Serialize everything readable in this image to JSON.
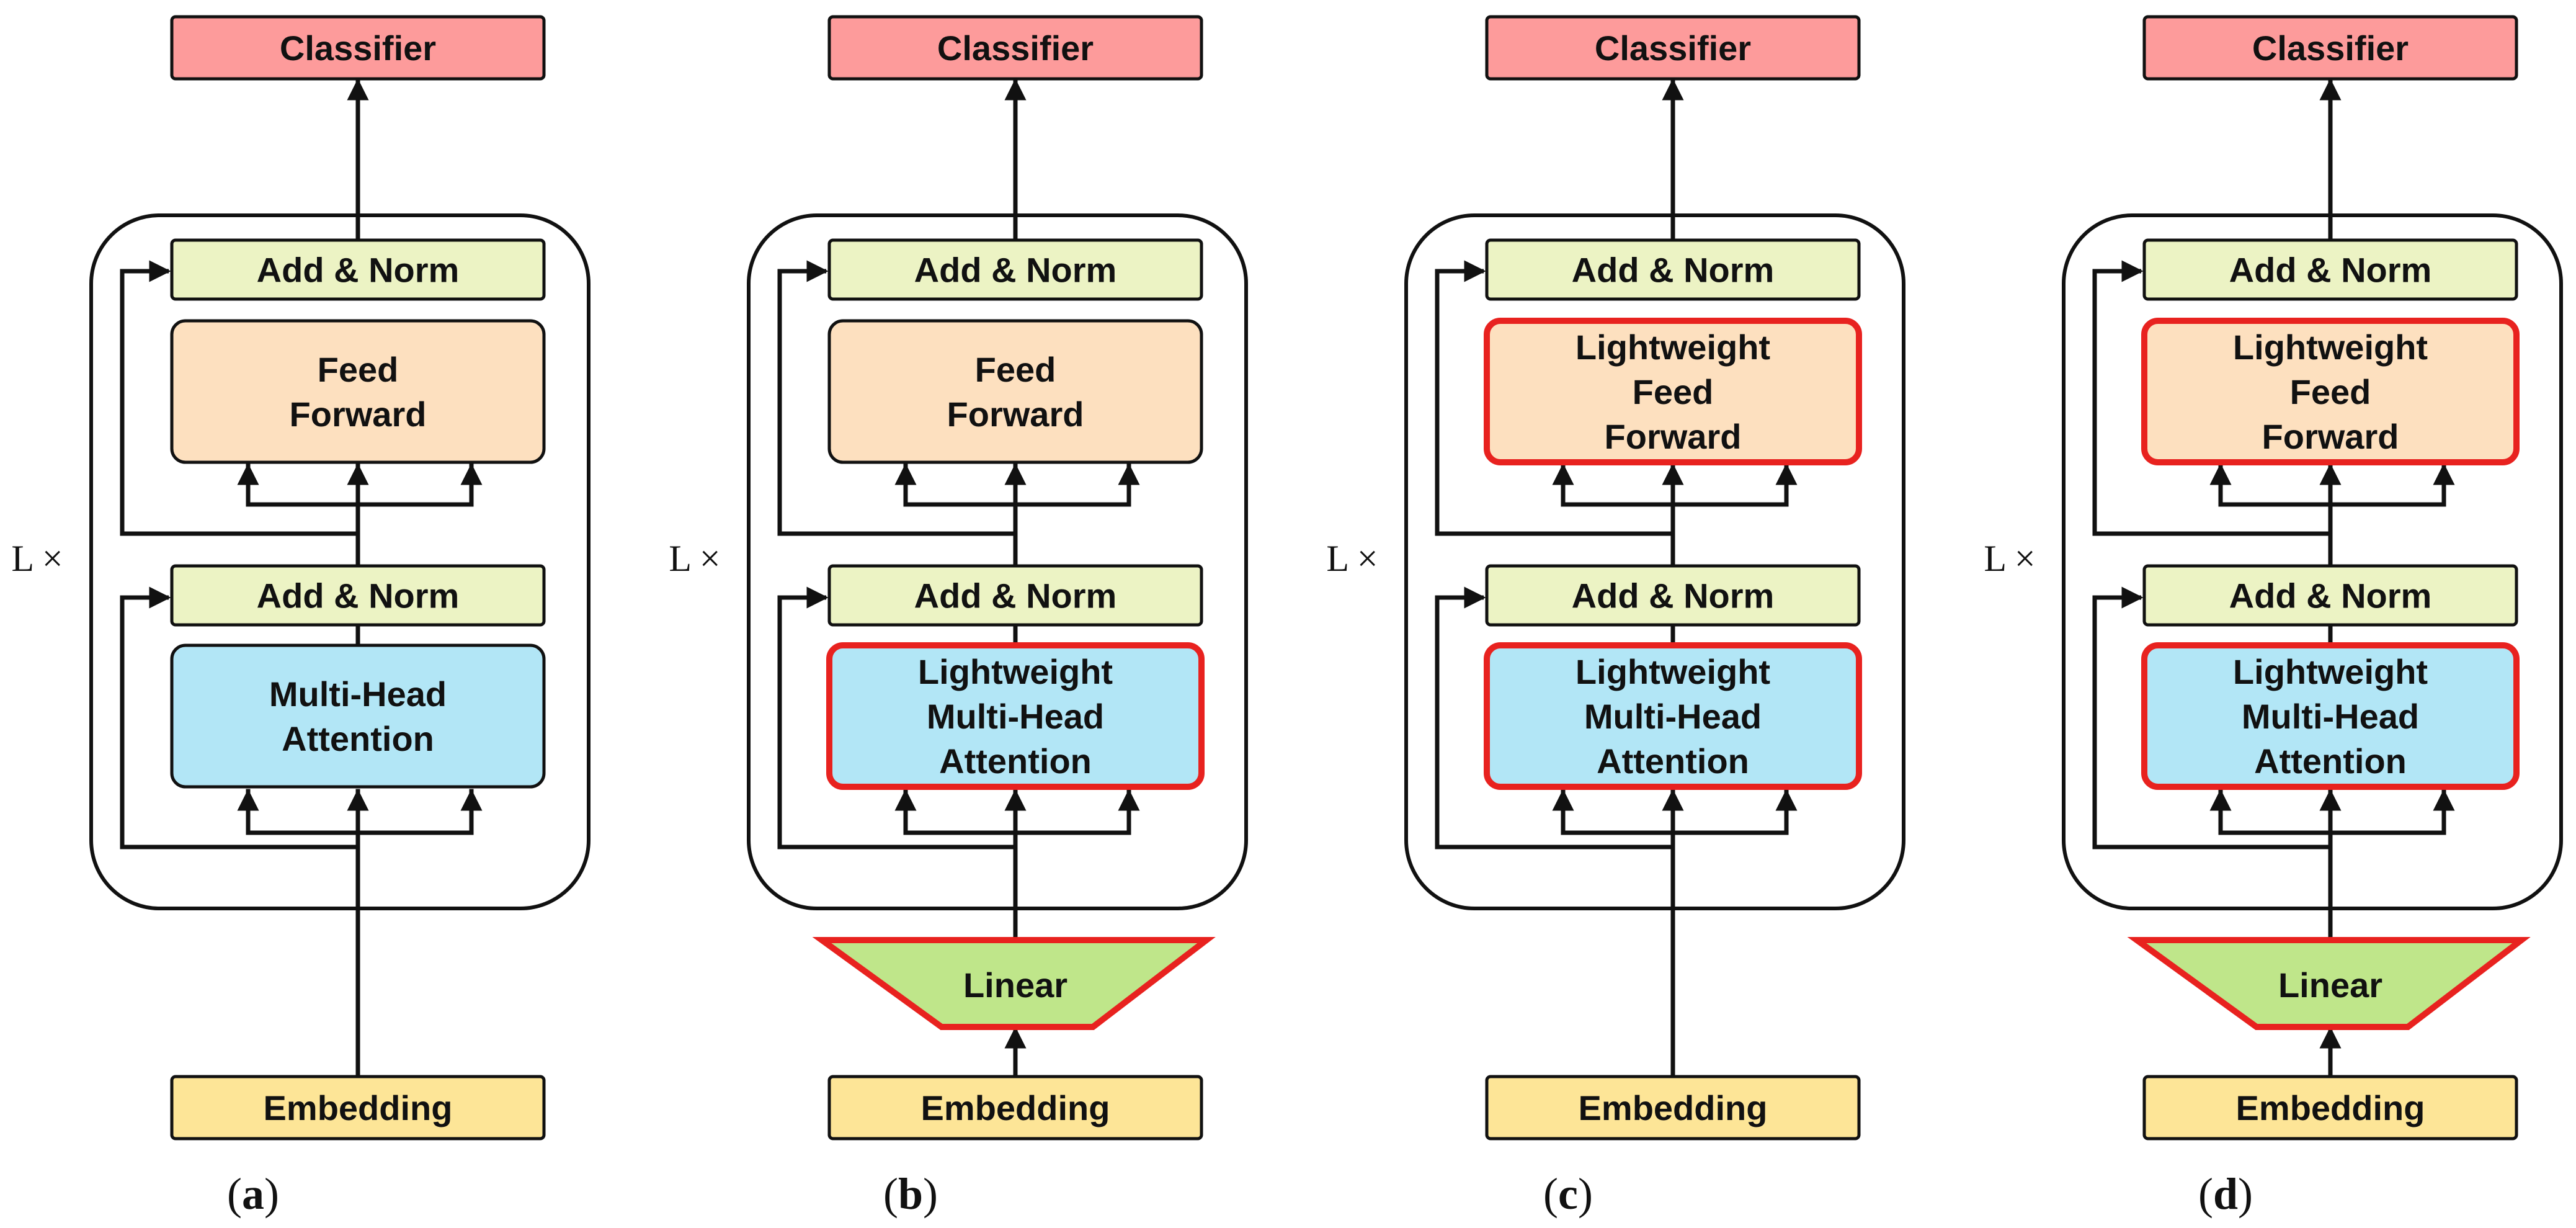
{
  "panels": [
    {
      "id": "a",
      "caption_open": "(",
      "caption_letter": "a",
      "caption_close": ")",
      "repeat_label": "L ×",
      "classifier": "Classifier",
      "add_norm_top": "Add & Norm",
      "add_norm_bottom": "Add & Norm",
      "ffn_lines": [
        "Feed",
        "Forward"
      ],
      "ffn_lightweight": false,
      "mha_lines": [
        "Multi-Head",
        "Attention"
      ],
      "mha_lightweight": false,
      "linear": null,
      "embedding": "Embedding"
    },
    {
      "id": "b",
      "caption_open": "(",
      "caption_letter": "b",
      "caption_close": ")",
      "repeat_label": "L ×",
      "classifier": "Classifier",
      "add_norm_top": "Add & Norm",
      "add_norm_bottom": "Add & Norm",
      "ffn_lines": [
        "Feed",
        "Forward"
      ],
      "ffn_lightweight": false,
      "mha_lines": [
        "Lightweight",
        "Multi-Head",
        "Attention"
      ],
      "mha_lightweight": true,
      "linear": "Linear",
      "embedding": "Embedding"
    },
    {
      "id": "c",
      "caption_open": "(",
      "caption_letter": "c",
      "caption_close": ")",
      "repeat_label": "L ×",
      "classifier": "Classifier",
      "add_norm_top": "Add & Norm",
      "add_norm_bottom": "Add & Norm",
      "ffn_lines": [
        "Lightweight",
        "Feed",
        "Forward"
      ],
      "ffn_lightweight": true,
      "mha_lines": [
        "Lightweight",
        "Multi-Head",
        "Attention"
      ],
      "mha_lightweight": true,
      "linear": null,
      "embedding": "Embedding"
    },
    {
      "id": "d",
      "caption_open": "(",
      "caption_letter": "d",
      "caption_close": ")",
      "repeat_label": "L ×",
      "classifier": "Classifier",
      "add_norm_top": "Add & Norm",
      "add_norm_bottom": "Add & Norm",
      "ffn_lines": [
        "Lightweight",
        "Feed",
        "Forward"
      ],
      "ffn_lightweight": true,
      "mha_lines": [
        "Lightweight",
        "Multi-Head",
        "Attention"
      ],
      "mha_lightweight": true,
      "linear": "Linear",
      "embedding": "Embedding"
    }
  ],
  "colors": {
    "classifier_fill": "#fd9b9b",
    "add_norm_fill": "#ecf3c4",
    "ffn_fill": "#fde0bf",
    "mha_fill": "#b2e6f6",
    "embedding_fill": "#fde597",
    "linear_fill": "#bfe68a",
    "lightweight_border": "#e8221f",
    "line": "#111111"
  }
}
